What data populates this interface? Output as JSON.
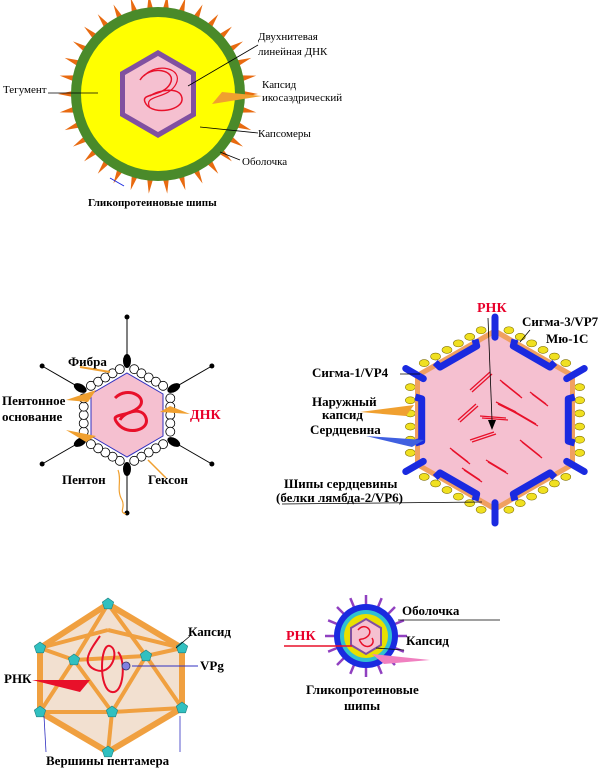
{
  "herpes": {
    "label_dna_line1": "Двухнитевая",
    "label_dna_line2": "линейная ДНК",
    "label_capsid_line1": "Капсид",
    "label_capsid_line2": "икосаэдрический",
    "label_tegument": "Тегумент",
    "label_capsomeres": "Капсомеры",
    "label_envelope": "Оболочка",
    "label_spikes": "Гликопротеиновые шипы"
  },
  "adeno": {
    "label_fiber": "Фибра",
    "label_penton_base_line1": "Пентонное",
    "label_penton_base_line2": "основание",
    "label_dna": "ДНК",
    "label_penton": "Пентон",
    "label_hexon": "Гексон"
  },
  "reo": {
    "label_rna": "РНК",
    "label_sigma3": "Сигма-3/VP7",
    "label_mu1c": "Мю-1С",
    "label_sigma1": "Сигма-1/VP4",
    "label_outer_line1": "Наружный",
    "label_outer_line2": "капсид",
    "label_core": "Сердцевина",
    "label_spikes_line1": "Шипы сердцевины",
    "label_spikes_line2": "(белки лямбда-2/VP6)"
  },
  "picorna": {
    "label_capsid": "Капсид",
    "label_vpg": "VPg",
    "label_rna": "РНК",
    "label_vertices": "Вершины пентамера"
  },
  "small": {
    "label_envelope": "Оболочка",
    "label_rna": "РНК",
    "label_capsid": "Капсид",
    "label_spikes_line1": "Гликопротеиновые",
    "label_spikes_line2": "шипы"
  },
  "colors": {
    "yellow": "#ffff00",
    "green": "#4a8a2a",
    "spike_orange": "#e86a10",
    "capsid_pink": "#f5c0d0",
    "capsomere_purple": "#8050a0",
    "dna_red": "#e8102a",
    "reo_blue": "#1a2ae0",
    "picorna_orange": "#f0a040",
    "vertex_teal": "#30c0c0"
  }
}
